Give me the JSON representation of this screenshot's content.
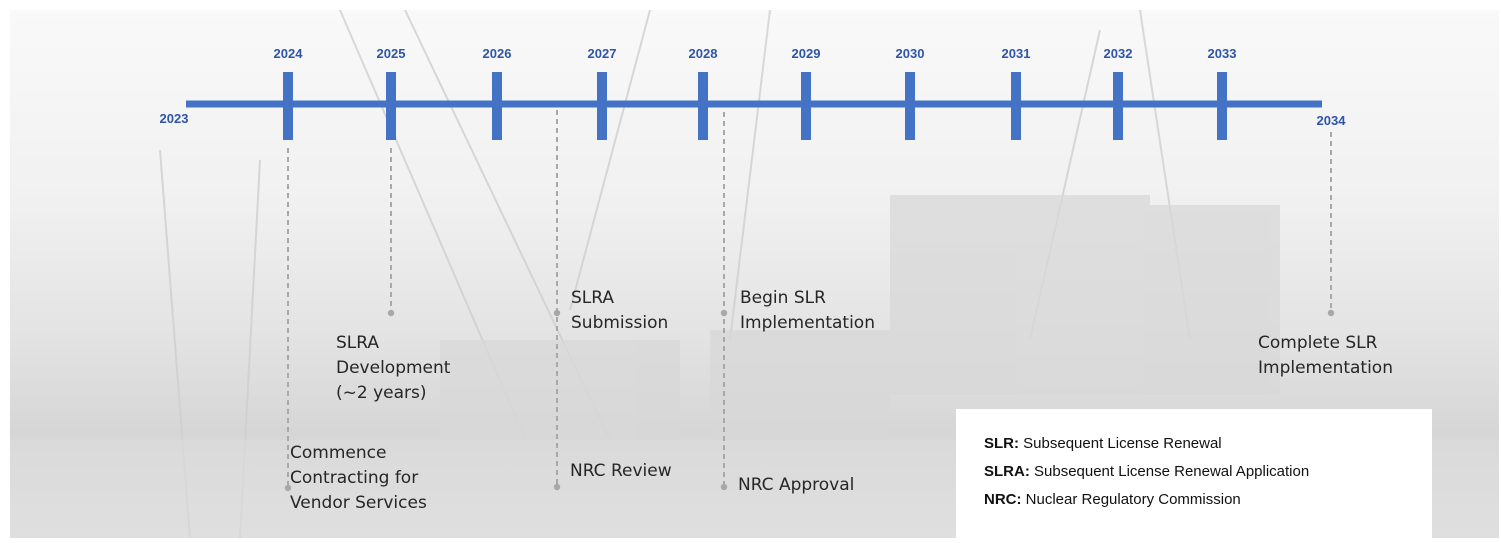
{
  "timeline": {
    "start_year": "2023",
    "end_year": "2034",
    "tick_years": [
      "2024",
      "2025",
      "2026",
      "2027",
      "2028",
      "2029",
      "2030",
      "2031",
      "2032",
      "2033"
    ]
  },
  "milestones": {
    "commence": {
      "lines": [
        "Commence",
        "Contracting for",
        "Vendor Services"
      ]
    },
    "slra_development": {
      "lines": [
        "SLRA",
        "Development",
        "(~2 years)"
      ]
    },
    "slra_submission": {
      "lines": [
        "SLRA",
        "Submission"
      ]
    },
    "nrc_review": {
      "lines": [
        "NRC Review"
      ]
    },
    "begin_slr": {
      "lines": [
        "Begin SLR",
        "Implementation"
      ]
    },
    "nrc_approval": {
      "lines": [
        "NRC Approval"
      ]
    },
    "complete_slr": {
      "lines": [
        "Complete SLR",
        "Implementation"
      ]
    }
  },
  "legend": {
    "entries": [
      {
        "abbr": "SLR:",
        "text": "Subsequent License Renewal"
      },
      {
        "abbr": "SLRA:",
        "text": "Subsequent License Renewal Application"
      },
      {
        "abbr": "NRC:",
        "text": "Nuclear Regulatory Commission"
      }
    ]
  },
  "colors": {
    "axis_blue": "#4472c4",
    "year_text": "#2f55a8",
    "connector_gray": "#a8a8a8",
    "label_text": "#262626"
  }
}
